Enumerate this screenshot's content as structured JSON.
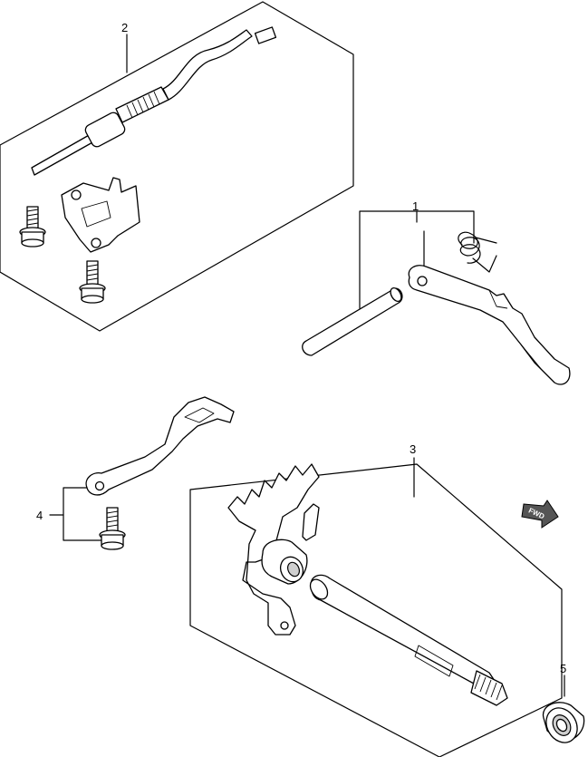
{
  "callouts": {
    "c1": "1",
    "c2": "2",
    "c3": "3",
    "c4": "4",
    "c5": "5"
  },
  "badge": {
    "fwd": "FWD"
  }
}
